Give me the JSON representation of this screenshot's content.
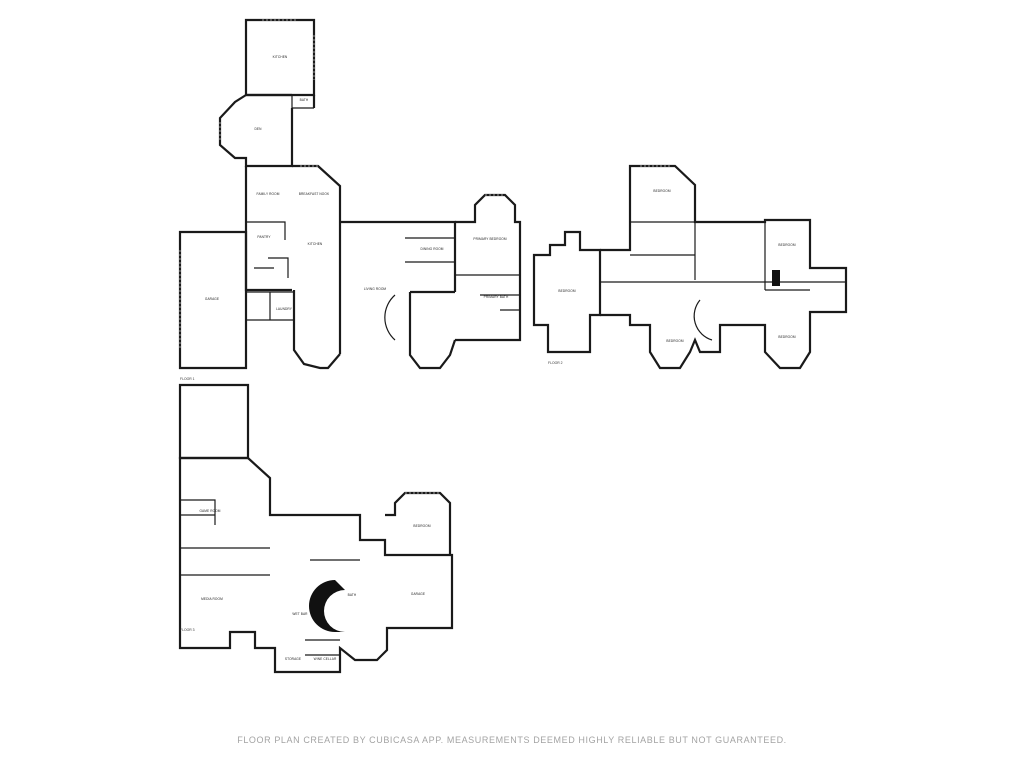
{
  "floors": [
    {
      "tag": "FLOOR 1"
    },
    {
      "tag": "FLOOR 2"
    },
    {
      "tag": "FLOOR 3"
    }
  ],
  "rooms": {
    "kitchen_top": "KITCHEN",
    "bath_top": "BATH",
    "den_top": "DEN",
    "family_room": "FAMILY ROOM",
    "breakfast_nook": "BREAKFAST NOOK",
    "kitchen_main": "KITCHEN",
    "pantry": "PANTRY",
    "garage_f1": "GARAGE",
    "laundry": "LAUNDRY",
    "dining": "DINING ROOM",
    "living": "LIVING ROOM",
    "primary_bedroom": "PRIMARY BEDROOM",
    "primary_bath": "PRIMARY BATH",
    "bedroom_f2_left": "BEDROOM",
    "bedroom_f2_top": "BEDROOM",
    "bedroom_f2_right": "BEDROOM",
    "bedroom_f2_bottom_left": "BEDROOM",
    "bedroom_f2_bottom_right": "BEDROOM",
    "game_room": "GAME ROOM",
    "media_room": "MEDIA ROOM",
    "bedroom_f3": "BEDROOM",
    "garage_f3": "GARAGE",
    "wet_bar": "WET BAR",
    "bath_f3": "BATH",
    "storage": "STORAGE",
    "wine_cellar": "WINE CELLAR"
  },
  "footer": {
    "disclaimer": "FLOOR PLAN CREATED BY CUBICASA APP. MEASUREMENTS DEEMED HIGHLY RELIABLE BUT NOT GUARANTEED."
  }
}
